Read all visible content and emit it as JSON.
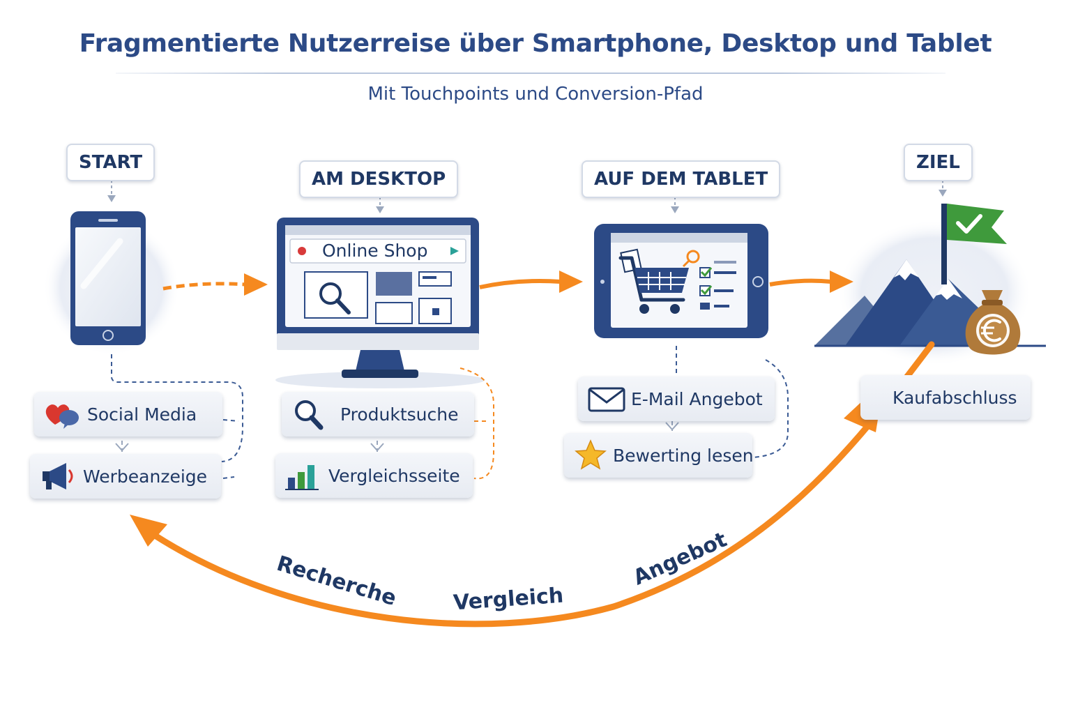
{
  "title": "Fragmentierte Nutzerreise über Smartphone, Desktop und Tablet",
  "subtitle": "Mit Touchpoints und Conversion-Pfad",
  "stages": {
    "start": "START",
    "desktop": "AM DESKTOP",
    "tablet": "AUF DEM TABLET",
    "ziel": "ZIEL"
  },
  "screen_text": {
    "online_shop": "Online Shop"
  },
  "touchpoints": {
    "social_media": "Social Media",
    "werbeanzeige": "Werbeanzeige",
    "produktsuche": "Produktsuche",
    "vergleichsseite": "Vergleichsseite",
    "email_angebot": "E-Mail Angebot",
    "bewertung": "Bewerting lesen",
    "kaufabschluss": "Kaufabschluss"
  },
  "path_labels": {
    "recherche": "Recherche",
    "vergleich": "Vergleich",
    "angebot": "Angebot"
  },
  "icons": {
    "smartphone": "smartphone-icon",
    "desktop": "desktop-monitor-icon",
    "tablet": "tablet-icon",
    "goal": "mountain-flag-icon",
    "money": "euro-moneybag-icon"
  },
  "colors": {
    "navy": "#2c4a86",
    "dark_navy": "#1f3864",
    "orange": "#f5891f",
    "green": "#3f9a3c",
    "bag": "#b07a3a"
  }
}
